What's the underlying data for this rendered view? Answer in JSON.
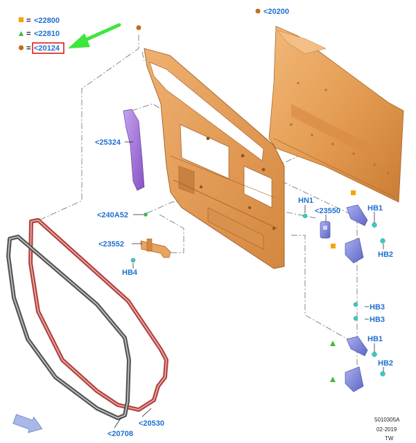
{
  "legend": {
    "items": [
      {
        "symbol": "square",
        "color": "#f5a400",
        "eq": "=",
        "code": "<22800"
      },
      {
        "symbol": "triangle",
        "color": "#3cbc3c",
        "eq": "=",
        "code": "<22810"
      },
      {
        "symbol": "circle",
        "color": "#c86a18",
        "eq": "=",
        "code": "<20124",
        "highlighted": true
      }
    ]
  },
  "callouts": {
    "outer_panel": "<20200",
    "reinforcement": "<25324",
    "pin": "<240A52",
    "check_arm": "<23552",
    "hb4": "HB4",
    "hn1": "HN1",
    "bracket": "<23550",
    "hb1_top": "HB1",
    "hb2_top": "HB2",
    "hb3_a": "HB3",
    "hb3_b": "HB3",
    "hb1_bottom": "HB1",
    "hb2_bottom": "HB2",
    "seal_inner": "<20530",
    "seal_outer": "<20708"
  },
  "footer": {
    "ref": "5010305A",
    "date": "02-2019",
    "initials": "TW"
  },
  "colors": {
    "label_blue": "#1e6fd0",
    "door_orange": "#e8a35c",
    "reinforcement_purple": "#9a6ad0",
    "hinge_blue": "#7f86d8",
    "fastener_cyan": "#3fc8c8",
    "seal_red": "#b3403e",
    "seal_gray": "#555555",
    "arrow_green": "#3ee63e",
    "highlight_red": "#e01818"
  }
}
